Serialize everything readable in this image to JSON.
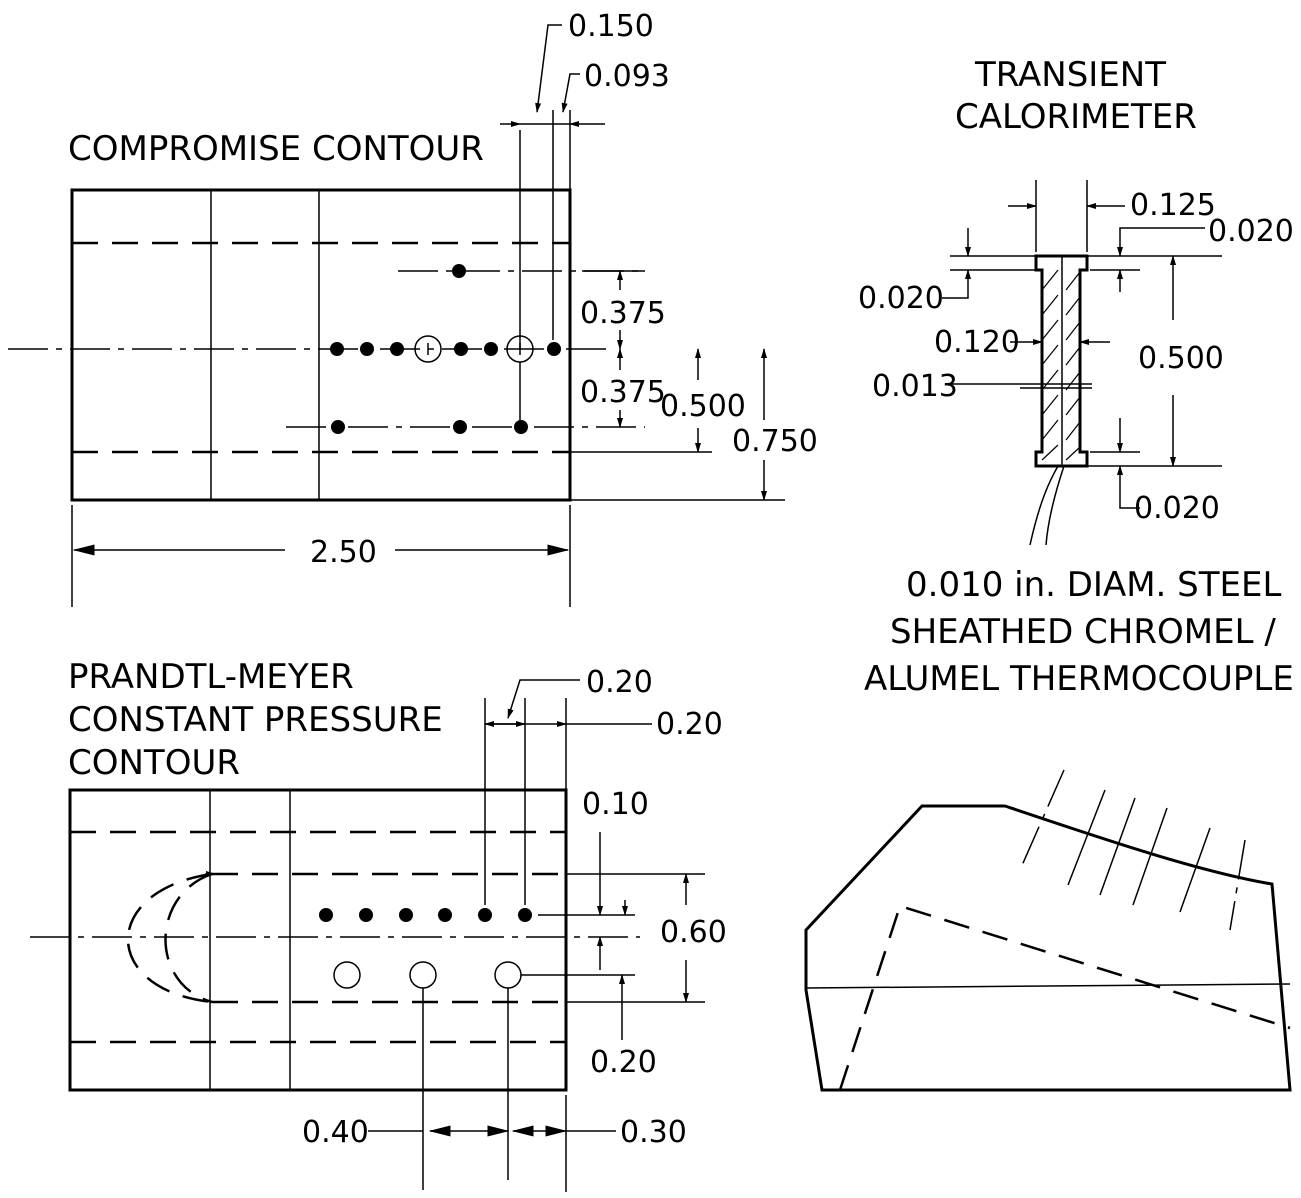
{
  "compromise": {
    "title": "COMPROMISE CONTOUR",
    "dims": {
      "d0150": "0.150",
      "d0093": "0.093",
      "d0375a": "0.375",
      "d0375b": "0.375",
      "d0500": "0.500",
      "d0750": "0.750",
      "d250": "2.50"
    }
  },
  "calorimeter": {
    "title_line1": "TRANSIENT",
    "title_line2": "CALORIMETER",
    "dims": {
      "d0125": "0.125",
      "d0020_top_right": "0.020",
      "d0020_left": "0.020",
      "d0120": "0.120",
      "d0500": "0.500",
      "d0013": "0.013",
      "d0020_bottom": "0.020"
    },
    "note_line1": "0.010 in. DIAM. STEEL",
    "note_line2": "SHEATHED CHROMEL /",
    "note_line3": "ALUMEL THERMOCOUPLE"
  },
  "prandtl": {
    "title_line1": "PRANDTL-MEYER",
    "title_line2": "CONSTANT PRESSURE",
    "title_line3": "CONTOUR",
    "dims": {
      "d020_top": "0.20",
      "d020_right": "0.20",
      "d010": "0.10",
      "d060": "0.60",
      "d020_bottom": "0.20",
      "d040": "0.40",
      "d030": "0.30"
    }
  }
}
